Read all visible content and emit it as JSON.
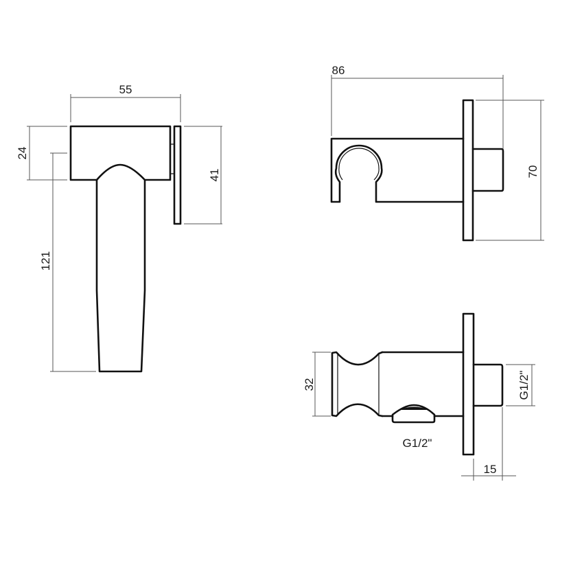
{
  "drawing": {
    "dimensions": {
      "handset_width": "55",
      "handset_head_height": "24",
      "handset_plate_height": "41",
      "handset_handle_length": "121",
      "holder_length": "86",
      "holder_plate_height": "70",
      "holder_knob_diameter": "32",
      "outlet_thread": "G1/2\"",
      "inlet_thread": "G1/2\"",
      "nipple_length": "15"
    }
  }
}
